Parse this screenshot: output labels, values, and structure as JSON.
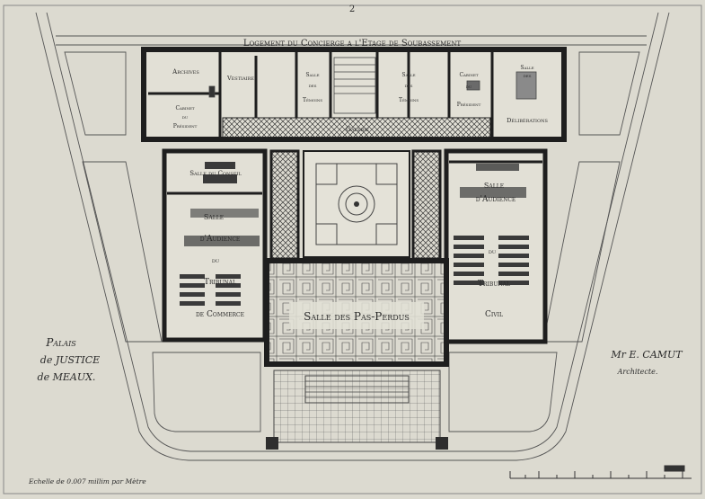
{
  "sheet": {
    "page_number": "2"
  },
  "header": {
    "basement_note": "Logement du Concierge a l'Etage de Soubassement"
  },
  "rooms": {
    "archives": "Archives",
    "vestiaire": "Vestiaire",
    "salle_temoins_left": [
      "Salle",
      "des",
      "Témoins"
    ],
    "salle_temoins_right": [
      "Salle",
      "des",
      "Témoins"
    ],
    "cabinet_president_top_left": [
      "Cabinet",
      "du",
      "Président"
    ],
    "cabinet_president_top_right": [
      "Cabinet",
      "du",
      "Président"
    ],
    "salle_deliberations": [
      "Salle",
      "des",
      "Délibérations"
    ],
    "galerie": "Galerie",
    "salle_conseil": "Salle du Conseil",
    "audience_commerce": [
      "Salle",
      "d'Audience",
      "du",
      "Tribunal",
      "de Commerce"
    ],
    "audience_civil": [
      "Salle",
      "d'Audience",
      "du",
      "Tribunal",
      "Civil"
    ],
    "pas_perdus": "Salle des Pas-Perdus"
  },
  "caption": {
    "title": [
      "Palais",
      "de JUSTICE",
      "de MEAUX."
    ],
    "architect": [
      "Mr E. CAMUT",
      "Architecte."
    ],
    "scale": "Echelle de 0.007 millim par Mètre"
  },
  "colors": {
    "wall": "#1e1e1e",
    "paper": "#dcdad0",
    "line": "#3a3a3a"
  }
}
